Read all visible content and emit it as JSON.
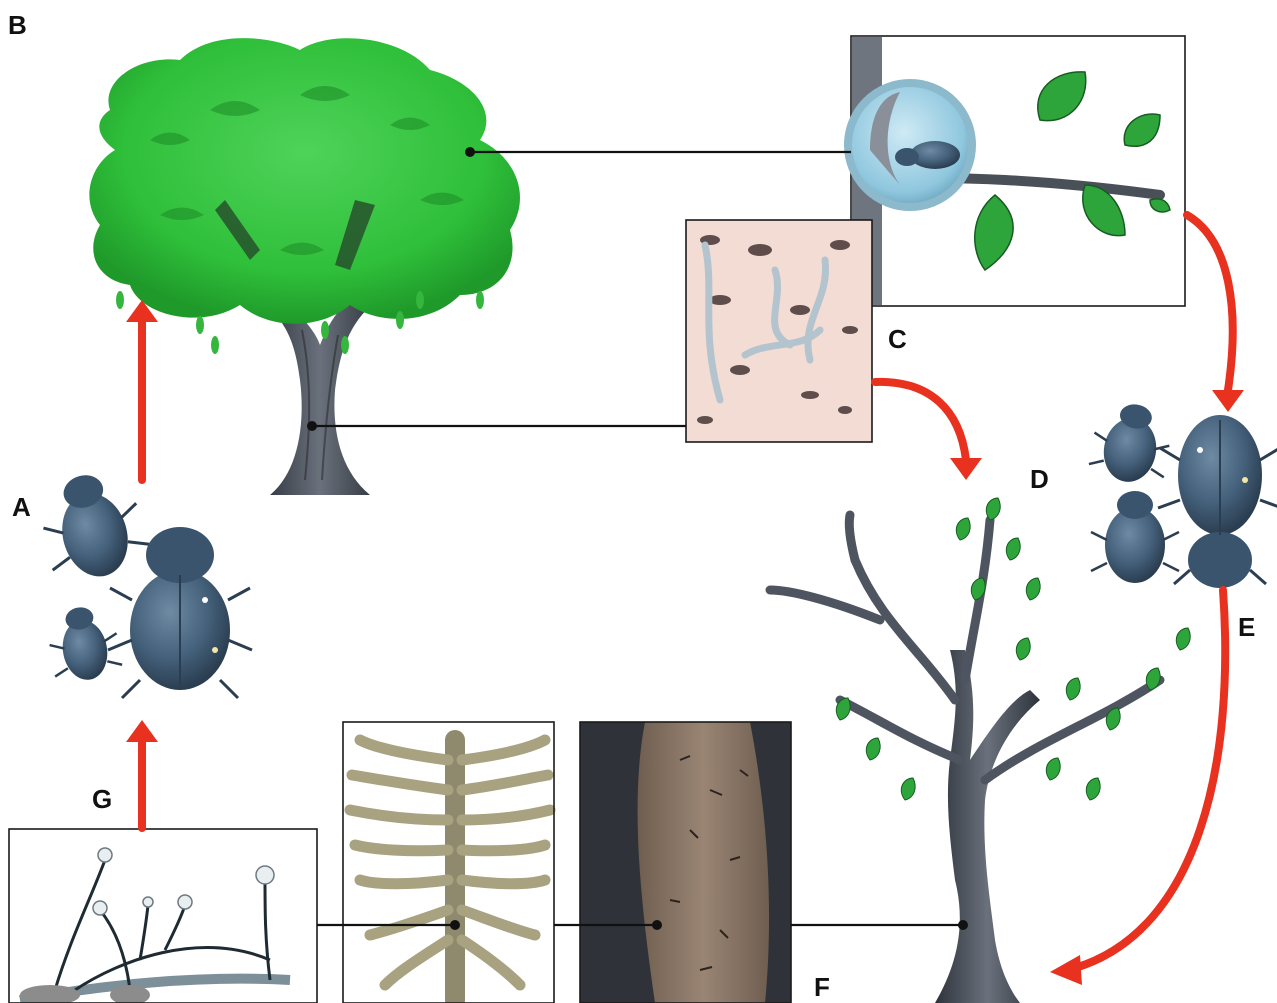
{
  "labels": {
    "A": "A",
    "B": "B",
    "C": "C",
    "D": "D",
    "E": "E",
    "F": "F",
    "G": "G"
  },
  "colors": {
    "arrow": "#e8321f",
    "beetle": "#44607a",
    "foliage": "#2fbf3a",
    "trunk": "#4f5560",
    "bark": "#8a7563",
    "gallery": "#8f8a6e",
    "frame": "#1a1a1a"
  },
  "icons": [
    "healthy-elm-tree",
    "diseased-elm-tree",
    "elm-bark-beetle",
    "fungal-hyphae-in-xylem",
    "beetle-feeding-on-twig-crotch",
    "larval-gallery",
    "bark-strip",
    "fungal-synnemata"
  ]
}
